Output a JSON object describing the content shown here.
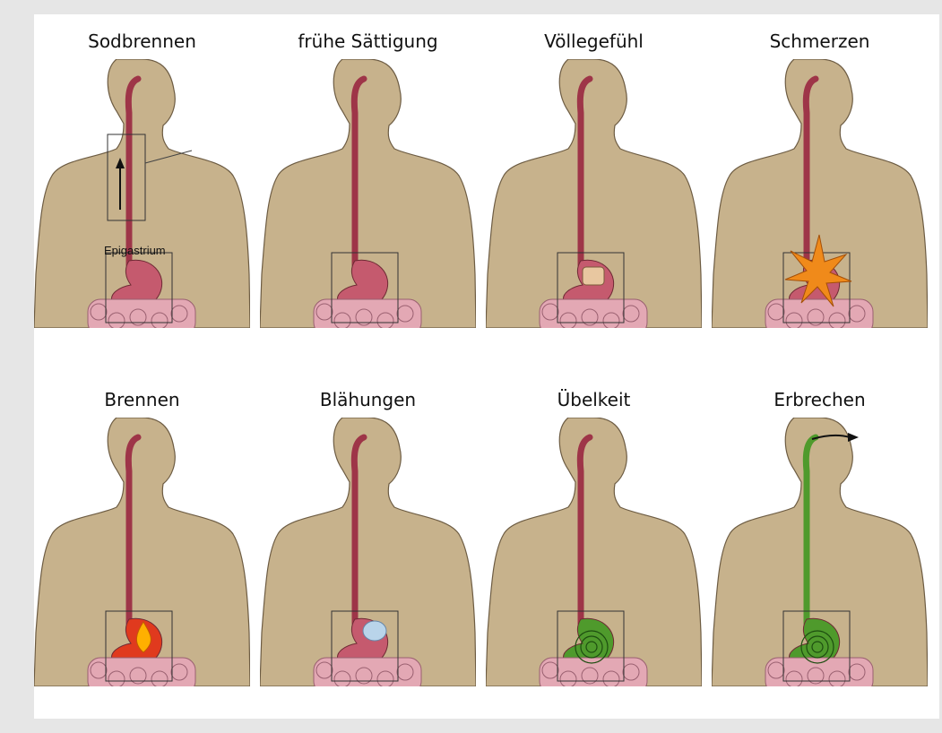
{
  "panels": [
    {
      "label": "Sodbrennen",
      "key": "sodbrennen"
    },
    {
      "label": "frühe Sättigung",
      "key": "fruehe_saettigung"
    },
    {
      "label": "Völlegefühl",
      "key": "voellegefuehl"
    },
    {
      "label": "Schmerzen",
      "key": "schmerzen"
    },
    {
      "label": "Brennen",
      "key": "brennen"
    },
    {
      "label": "Blähungen",
      "key": "blaehungen"
    },
    {
      "label": "Übelkeit",
      "key": "uebelkeit"
    },
    {
      "label": "Erbrechen",
      "key": "erbrechen"
    }
  ],
  "annotations": {
    "epigastrium": "Epigastrium"
  },
  "colors": {
    "skin": "#c7b28c",
    "skin_outline": "#6d5c43",
    "esophagus": "#9e3548",
    "stomach": "#c55a6e",
    "intestine": "#e3a8b4",
    "burn_red": "#e03a1e",
    "nausea_green": "#4f9a2c",
    "pain_orange": "#f08a1a"
  }
}
